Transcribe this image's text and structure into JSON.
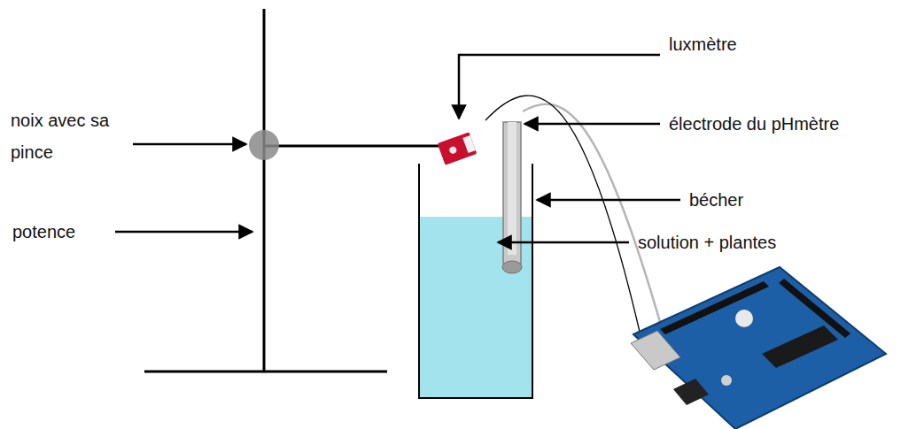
{
  "diagram": {
    "labels": [
      "luxmètre",
      "noix avec sa pince",
      "électrode du pHmètre",
      "bécher",
      "potence",
      "solution + plantes"
    ]
  }
}
